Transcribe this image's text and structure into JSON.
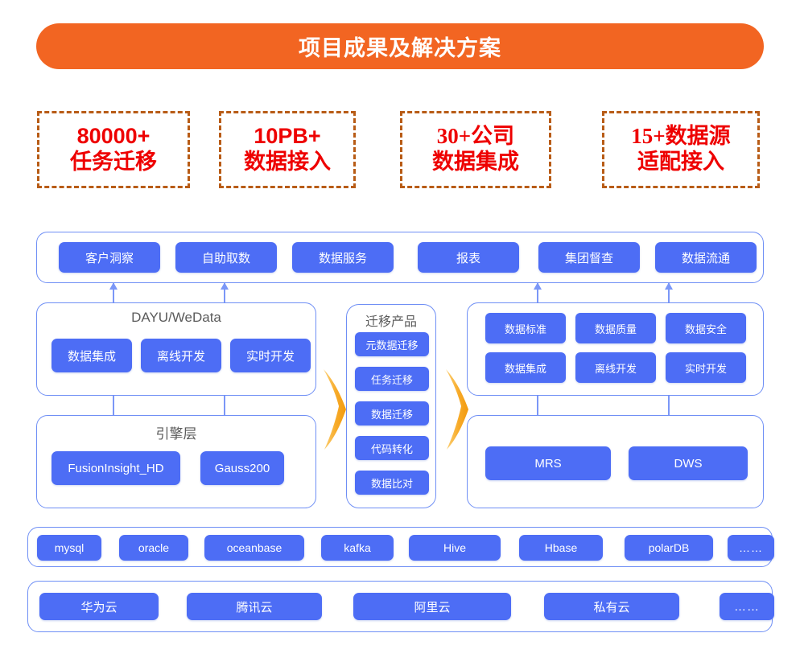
{
  "header": {
    "title": "项目成果及解决方案",
    "bg_color": "#f26522",
    "text_color": "#ffffff"
  },
  "stats": [
    {
      "number": "80000+",
      "label": "任务迁移"
    },
    {
      "number": "10PB+",
      "label": "数据接入"
    },
    {
      "number": "30+公司",
      "label": "数据集成"
    },
    {
      "number": "15+数据源",
      "label": "适配接入"
    }
  ],
  "stats_style": {
    "border_color": "#b85c16",
    "text_color": "#ee0000"
  },
  "application_layer": {
    "items": [
      {
        "label": "客户洞察"
      },
      {
        "label": "自助取数"
      },
      {
        "label": "数据服务"
      },
      {
        "label": "报表"
      },
      {
        "label": "集团督查"
      },
      {
        "label": "数据流通"
      }
    ]
  },
  "source_platform": {
    "title": "DAYU/WeData",
    "items": [
      {
        "label": "数据集成"
      },
      {
        "label": "离线开发"
      },
      {
        "label": "实时开发"
      }
    ]
  },
  "engine_layer": {
    "title": "引擎层",
    "items": [
      {
        "label": "FusionInsight_HD"
      },
      {
        "label": "Gauss200"
      }
    ]
  },
  "migration_products": {
    "title": "迁移产品",
    "items": [
      {
        "label": "元数据迁移"
      },
      {
        "label": "任务迁移"
      },
      {
        "label": "数据迁移"
      },
      {
        "label": "代码转化"
      },
      {
        "label": "数据比对"
      }
    ]
  },
  "target_platform": {
    "items": [
      {
        "label": "数据标准"
      },
      {
        "label": "数据质量"
      },
      {
        "label": "数据安全"
      },
      {
        "label": "数据集成"
      },
      {
        "label": "离线开发"
      },
      {
        "label": "实时开发"
      }
    ]
  },
  "target_engine": {
    "items": [
      {
        "label": "MRS"
      },
      {
        "label": "DWS"
      }
    ]
  },
  "data_sources": {
    "items": [
      {
        "label": "mysql"
      },
      {
        "label": "oracle"
      },
      {
        "label": "oceanbase"
      },
      {
        "label": "kafka"
      },
      {
        "label": "Hive"
      },
      {
        "label": "Hbase"
      },
      {
        "label": "polarDB"
      },
      {
        "label": "……"
      }
    ]
  },
  "clouds": {
    "items": [
      {
        "label": "华为云"
      },
      {
        "label": "腾讯云"
      },
      {
        "label": "阿里云"
      },
      {
        "label": "私有云"
      },
      {
        "label": "……"
      }
    ]
  },
  "theme": {
    "chip_color": "#4d6df5",
    "panel_border": "#6f8ff5",
    "connector_color": "#7b97f7",
    "flash_color": "#f5a623"
  },
  "flash_arrows": [
    {
      "name": "flash-arrow-left"
    },
    {
      "name": "flash-arrow-right"
    }
  ]
}
